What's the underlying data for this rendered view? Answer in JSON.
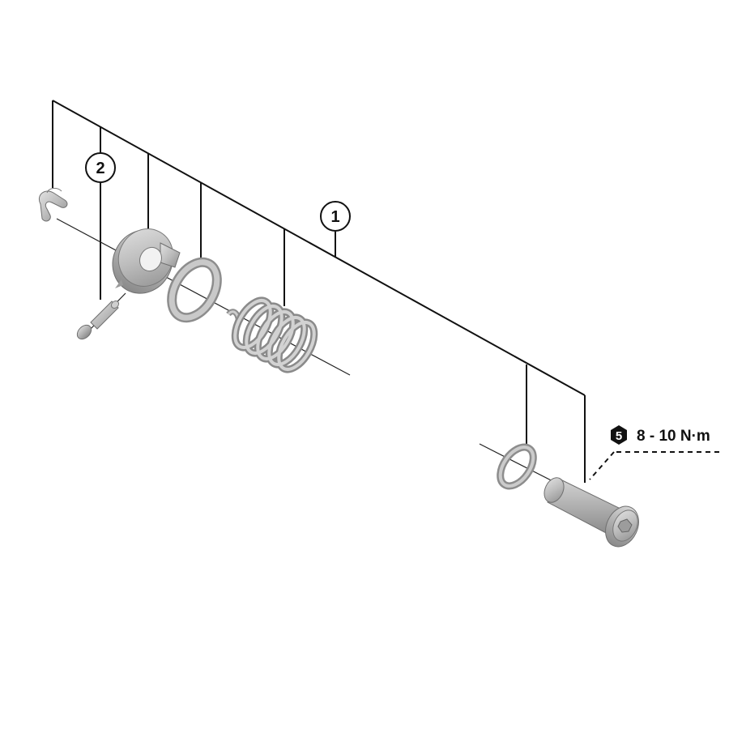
{
  "callouts": [
    {
      "id": "callout-1",
      "label": "1"
    },
    {
      "id": "callout-2",
      "label": "2"
    }
  ],
  "torque": {
    "tool_size": "5",
    "value": "8 - 10 N·m"
  },
  "colors": {
    "line": "#111111",
    "part_fill": "#c7c7c7",
    "part_dark": "#8e8e8e",
    "part_edge": "#6f6f6f"
  }
}
